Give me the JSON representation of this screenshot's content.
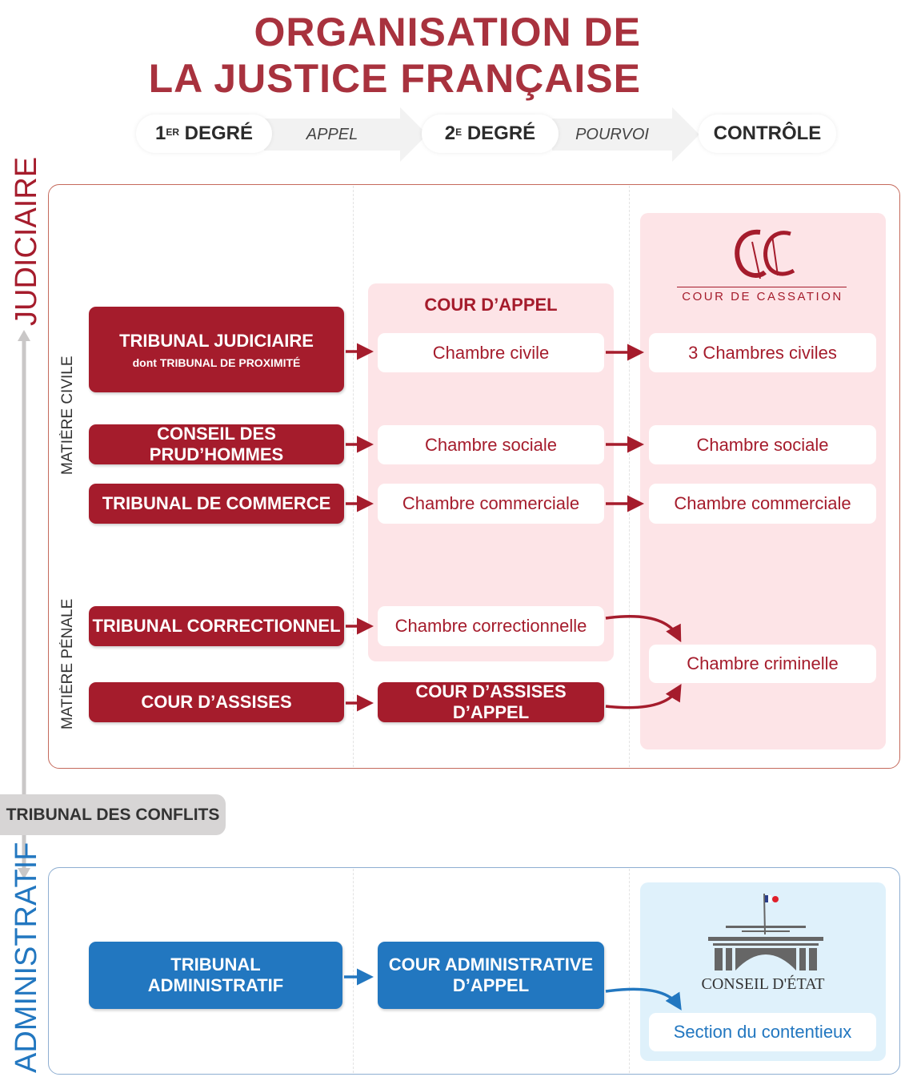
{
  "title": {
    "line1": "ORGANISATION DE",
    "line2": "LA JUSTICE FRANÇAISE"
  },
  "header": {
    "degree1": "1",
    "degree1_sup": "ER",
    "degree1_word": " DEGRÉ",
    "appeal": "APPEL",
    "degree2": "2",
    "degree2_sup": "E",
    "degree2_word": " DEGRÉ",
    "pourvoi": "POURVOI",
    "control": "CONTRÔLE"
  },
  "judiciaire": {
    "label": "JUDICIAIRE",
    "civil_label": "MATIÈRE CIVILE",
    "penal_label": "MATIÈRE PÉNALE",
    "first": {
      "tj": "TRIBUNAL JUDICIAIRE",
      "tj_sub": "dont TRIBUNAL DE PROXIMITÉ",
      "cph": "CONSEIL DES PRUD’HOMMES",
      "tc": "TRIBUNAL DE COMMERCE",
      "tcorr": "TRIBUNAL CORRECTIONNEL",
      "assises": "COUR D’ASSISES"
    },
    "appeal": {
      "title": "COUR D’APPEL",
      "civile": "Chambre civile",
      "sociale": "Chambre sociale",
      "commerciale": "Chambre commerciale",
      "correctionnelle": "Chambre correctionnelle",
      "assises_appel": "COUR D’ASSISES D’APPEL"
    },
    "cassation": {
      "logo_text": "COUR DE CASSATION",
      "civiles": "3 Chambres civiles",
      "sociale": "Chambre sociale",
      "commerciale": "Chambre commerciale",
      "criminelle": "Chambre criminelle"
    }
  },
  "conflits": "TRIBUNAL DES CONFLITS",
  "administratif": {
    "label": "ADMINISTRATIF",
    "ta1": "TRIBUNAL",
    "ta2": "ADMINISTRATIF",
    "caa1": "COUR ADMINISTRATIVE",
    "caa2": "D’APPEL",
    "ce_logo_text": "CONSEIL D'ÉTAT",
    "section": "Section du contentieux"
  },
  "colors": {
    "red": "#a51c2c",
    "pink": "#fde4e7",
    "blue": "#2277c0",
    "light_blue": "#dff1fb",
    "gray": "#d7d5d5"
  }
}
